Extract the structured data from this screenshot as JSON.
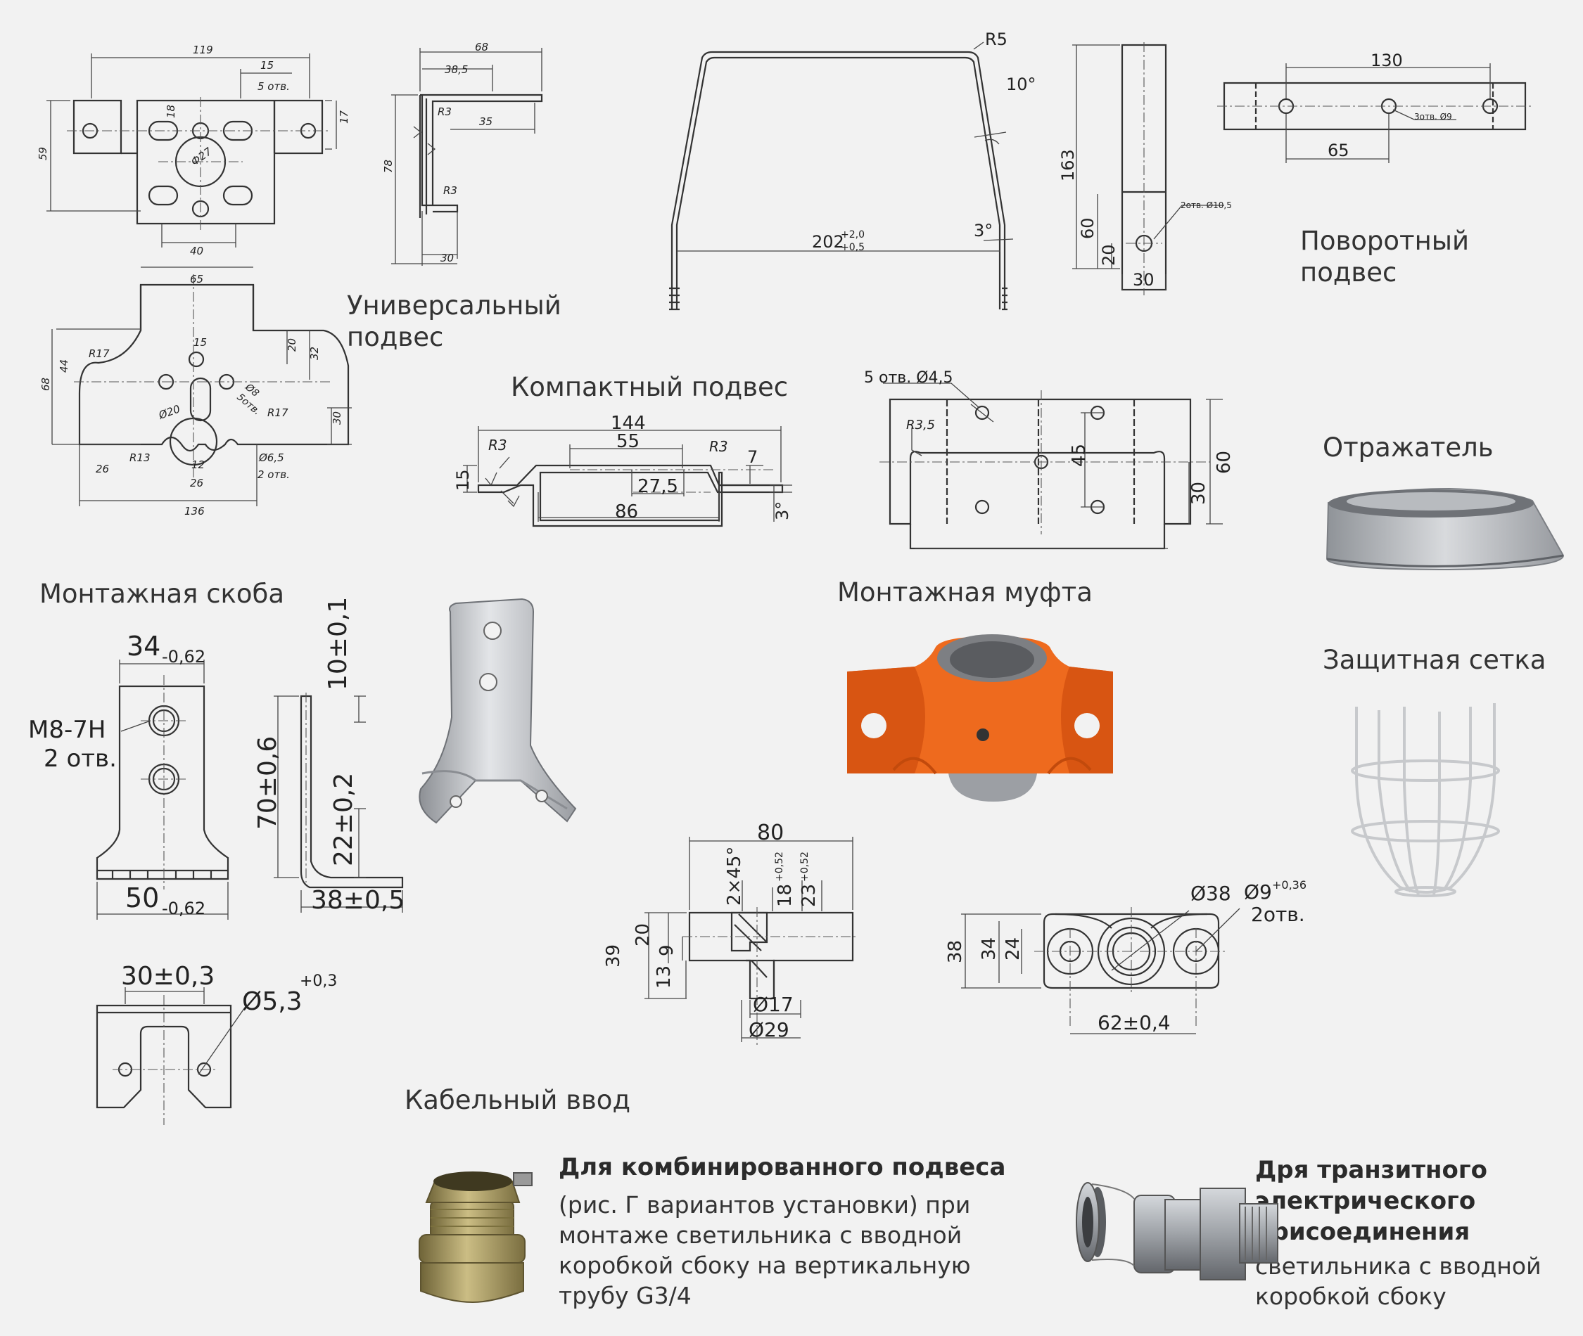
{
  "labels": {
    "universal": "Универсальный\nподвес",
    "rotary": "Поворотный\nподвес",
    "compact": "Компактный подвес",
    "reflector": "Отражатель",
    "mount_bracket": "Монтажная скоба",
    "mount_coupling": "Монтажная муфта",
    "guard": "Защитная сетка",
    "cable_entry": "Кабельный ввод"
  },
  "gland1": {
    "title": "Для комбинированного подвеса",
    "body": "(рис. Г вариантов установки) при\nмонтаже светильника с вводной\nкоробкой сбоку на вертикальную\nтрубу G3/4"
  },
  "gland2": {
    "title": "Дря транзитного\nэлектрического\nприсоединения",
    "body": "светильника с вводной\nкоробкой сбоку"
  },
  "dims": {
    "u1_119": "119",
    "u1_15": "15",
    "u1_5otv": "5 отв.",
    "u1_18": "18",
    "u1_17": "17",
    "u1_59": "59",
    "u1_d27": "Ф27",
    "u1_40": "40",
    "u2_68": "68",
    "u2_385": "38,5",
    "u2_35": "35",
    "u2_r3a": "R3",
    "u2_78": "78",
    "u2_r3b": "R3",
    "u2_30": "30",
    "u3_65": "65",
    "u3_15": "15",
    "u3_r17a": "R17",
    "u3_44": "44",
    "u3_68": "68",
    "u3_20": "20",
    "u3_32": "32",
    "u3_d8": "Ø8",
    "u3_5otv": "5отв.",
    "u3_r17b": "R17",
    "u3_d20": "Ø20",
    "u3_30": "30",
    "u3_26a": "26",
    "u3_r13": "R13",
    "u3_12": "12",
    "u3_26b": "26",
    "u3_d65": "Ø6,5",
    "u3_2otv": "2 отв.",
    "u3_136": "136",
    "b_r5": "R5",
    "b_10": "10°",
    "b_202": "202",
    "b_tol_up": "+2,0",
    "b_tol_dn": "+0,5",
    "b_3": "3°",
    "s_163": "163",
    "s_60": "60",
    "s_20": "20",
    "s_30": "30",
    "s_2otv": "2отв. Ø10,5",
    "r_130": "130",
    "r_3otv": "3отв. Ø9",
    "r_65": "65",
    "c_144": "144",
    "c_55": "55",
    "c_r3a": "R3",
    "c_r3b": "R3",
    "c_7": "7",
    "c_15": "15",
    "c_275": "27,5",
    "c_86": "86",
    "c_3": "3°",
    "p_5otv": "5 отв. Ø4,5",
    "p_r35": "R3,5",
    "p_45": "45",
    "p_30": "30",
    "p_60": "60",
    "m_34": "34",
    "m_34t": "-0,62",
    "m_m8": "M8-7H",
    "m_2otv": "2 отв.",
    "m_50": "50",
    "m_50t": "-0,62",
    "m_10": "10±0,1",
    "m_70": "70±0,6",
    "m_22": "22±0,2",
    "m_38": "38±0,5",
    "m_30": "30±0,3",
    "m_d53": "Ø5,3",
    "m_d53t": "+0,3",
    "k_80": "80",
    "k_2x45": "2×45°",
    "k_18": "18",
    "k_18t": "+0,52",
    "k_23": "23",
    "k_23t": "+0,52",
    "k_39": "39",
    "k_20": "20",
    "k_9": "9",
    "k_13": "13",
    "k_d17": "Ø17",
    "k_d29": "Ø29",
    "f_d38": "Ø38",
    "f_d9": "Ø9",
    "f_d9t": "+0,36",
    "f_2otv": "2отв.",
    "f_38": "38",
    "f_34": "34",
    "f_24": "24",
    "f_62": "62±0,4"
  },
  "colors": {
    "coupling_orange": "#ee6a1e",
    "steel": "#b9bcc0",
    "brass": "#a89a5e"
  }
}
